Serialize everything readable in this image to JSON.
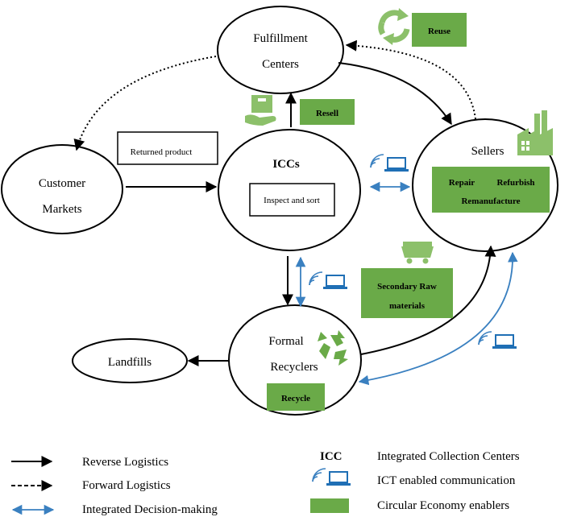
{
  "nodes": {
    "fulfillment": {
      "line1": "Fulfillment",
      "line2": "Centers"
    },
    "customer": {
      "line1": "Customer",
      "line2": "Markets"
    },
    "iccs": {
      "title": "ICCs",
      "box": "Inspect and sort"
    },
    "sellers": {
      "title": "Sellers"
    },
    "recyclers": {
      "line1": "Formal",
      "line2": "Recyclers"
    },
    "landfills": {
      "label": "Landfills"
    }
  },
  "labels": {
    "returned_product": "Returned product"
  },
  "enablers": {
    "reuse": "Reuse",
    "resell": "Resell",
    "repair": "Repair",
    "refurbish": "Refurbish",
    "remanufacture": "Remanufacture",
    "secondary_raw_1": "Secondary Raw",
    "secondary_raw_2": "materials",
    "recycle": "Recycle"
  },
  "legend": {
    "reverse": "Reverse Logistics",
    "forward": "Forward Logistics",
    "decision": "Integrated Decision-making",
    "icc_abbr": "ICC",
    "icc_full": "Integrated Collection Centers",
    "ict": "ICT enabled communication",
    "ce": "Circular Economy enablers"
  },
  "colors": {
    "enabler_green": "#6aaa48",
    "icon_green": "#8cc06a",
    "arrow_blue": "#3a80c0",
    "laptop_blue": "#1f6fb5",
    "black": "#000000"
  }
}
